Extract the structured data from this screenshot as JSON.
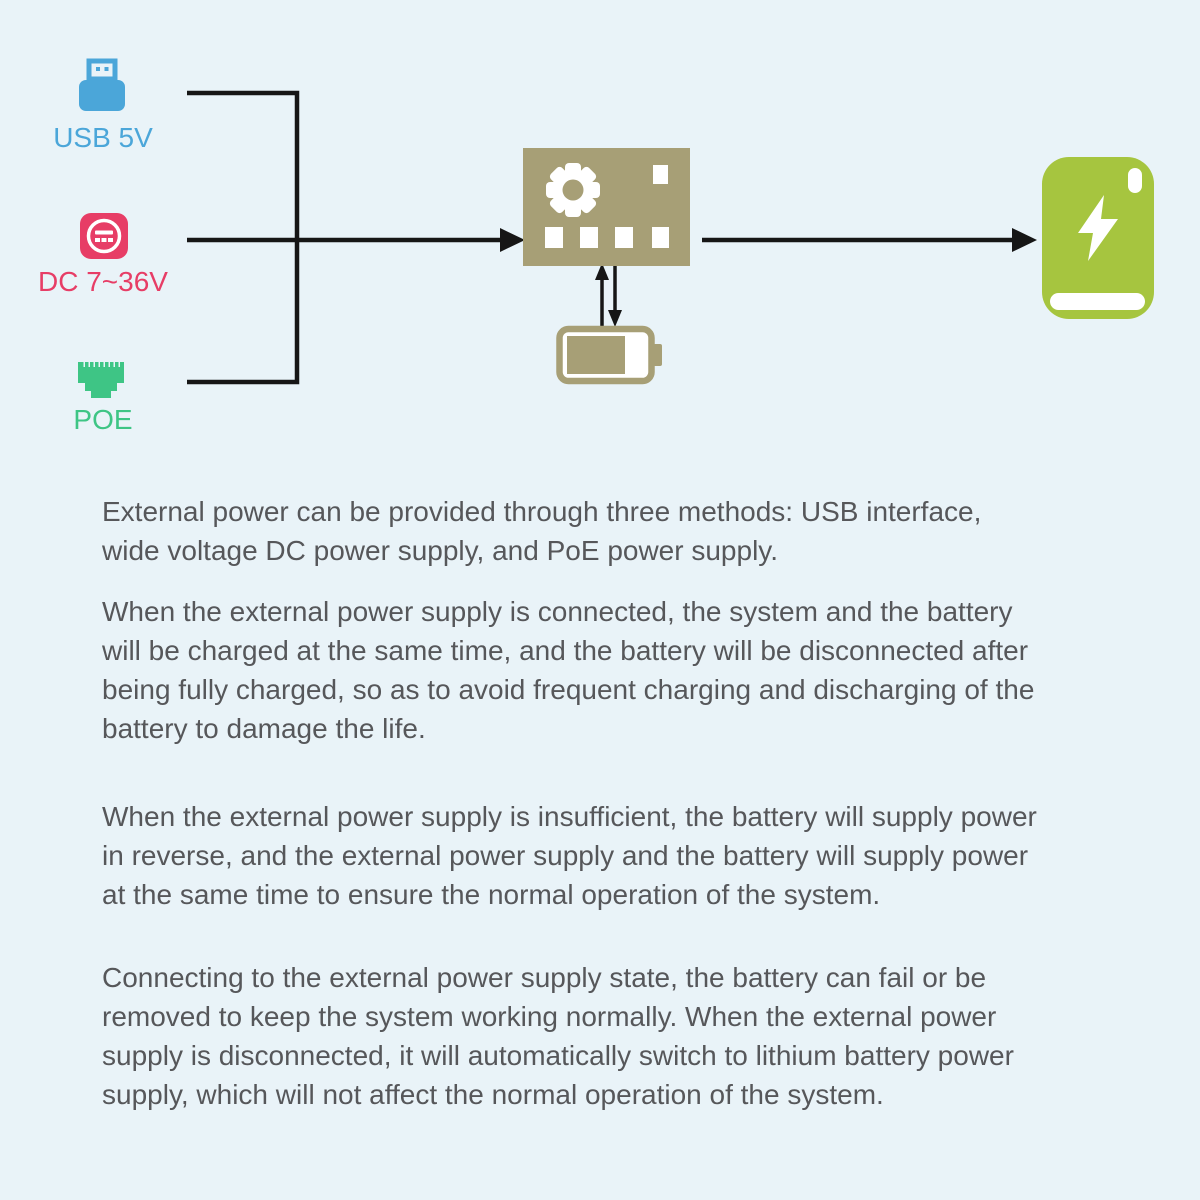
{
  "colors": {
    "background": "#E9F3F8",
    "usb_blue": "#4BA6D9",
    "dc_pink": "#E73D66",
    "poe_green": "#3EC585",
    "board_tan": "#A79F76",
    "powerbank_green": "#A6C53F",
    "line_black": "#161616",
    "text_gray": "#56575A"
  },
  "diagram": {
    "sources": {
      "usb": {
        "label": "USB 5V",
        "icon": "usb-plug-icon"
      },
      "dc": {
        "label": "DC 7~36V",
        "icon": "dc-jack-icon"
      },
      "poe": {
        "label": "POE",
        "icon": "ethernet-rj45-icon"
      }
    },
    "nodes": {
      "board": {
        "icon": "circuit-board-gear-icon"
      },
      "battery": {
        "icon": "battery-level-icon"
      },
      "powerbank": {
        "icon": "power-bank-lightning-icon"
      }
    },
    "connectors": {
      "merge_arrow": "three inputs merge into right arrow to board",
      "board_to_powerbank": "right arrow",
      "board_battery": "bidirectional up-down arrows"
    }
  },
  "paragraphs": {
    "p1": "External power can be provided through three methods: USB interface,\nwide voltage DC power supply, and PoE power supply.",
    "p2": "When the external power supply is connected, the system and the battery\nwill be charged at the same time, and the battery will be disconnected after\nbeing fully charged, so as to avoid frequent charging and discharging of the\nbattery to damage the life.",
    "p3": "When the external power supply is insufficient, the battery will supply power\nin reverse, and the external power supply and the battery will supply power\nat the same time to ensure the normal operation of the system.",
    "p4": "Connecting to the external power supply state, the battery can fail or be\nremoved to keep the system working normally. When the external power\nsupply is disconnected, it will automatically switch to lithium battery power\nsupply, which will not affect the normal operation of the system."
  }
}
